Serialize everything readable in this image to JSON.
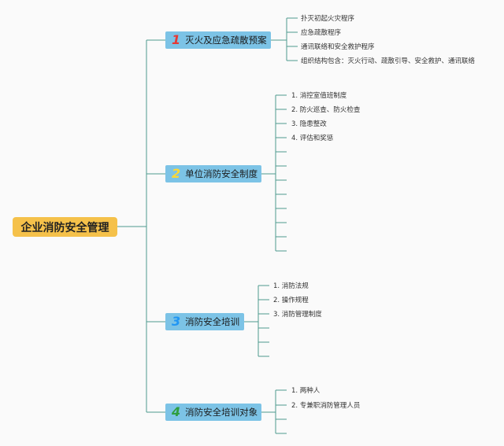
{
  "root": {
    "label": "企业消防安全管理"
  },
  "branches": [
    {
      "num": "1",
      "num_color": "#e53935",
      "label": "灭火及应急疏散预案",
      "leaves": [
        "扑灭初起火灾程序",
        "应急疏散程序",
        "通讯联络和安全救护程序",
        "组织结构包含：灭火行动、疏散引导、安全救护、通讯联络"
      ]
    },
    {
      "num": "2",
      "num_color": "#fdd835",
      "label": "单位消防安全制度",
      "leaves": [
        "1. 消控室值班制度",
        "2. 防火巡查、防火检查",
        "3. 隐患整改",
        "4. 评估和奖惩"
      ]
    },
    {
      "num": "3",
      "num_color": "#2196f3",
      "label": "消防安全培训",
      "leaves": [
        "1. 消防法规",
        "2. 操作规程",
        "3. 消防管理制度"
      ]
    },
    {
      "num": "4",
      "num_color": "#2e9e3e",
      "label": "消防安全培训对象",
      "leaves": [
        "1. 两种人",
        "2. 专兼职消防管理人员"
      ]
    }
  ]
}
